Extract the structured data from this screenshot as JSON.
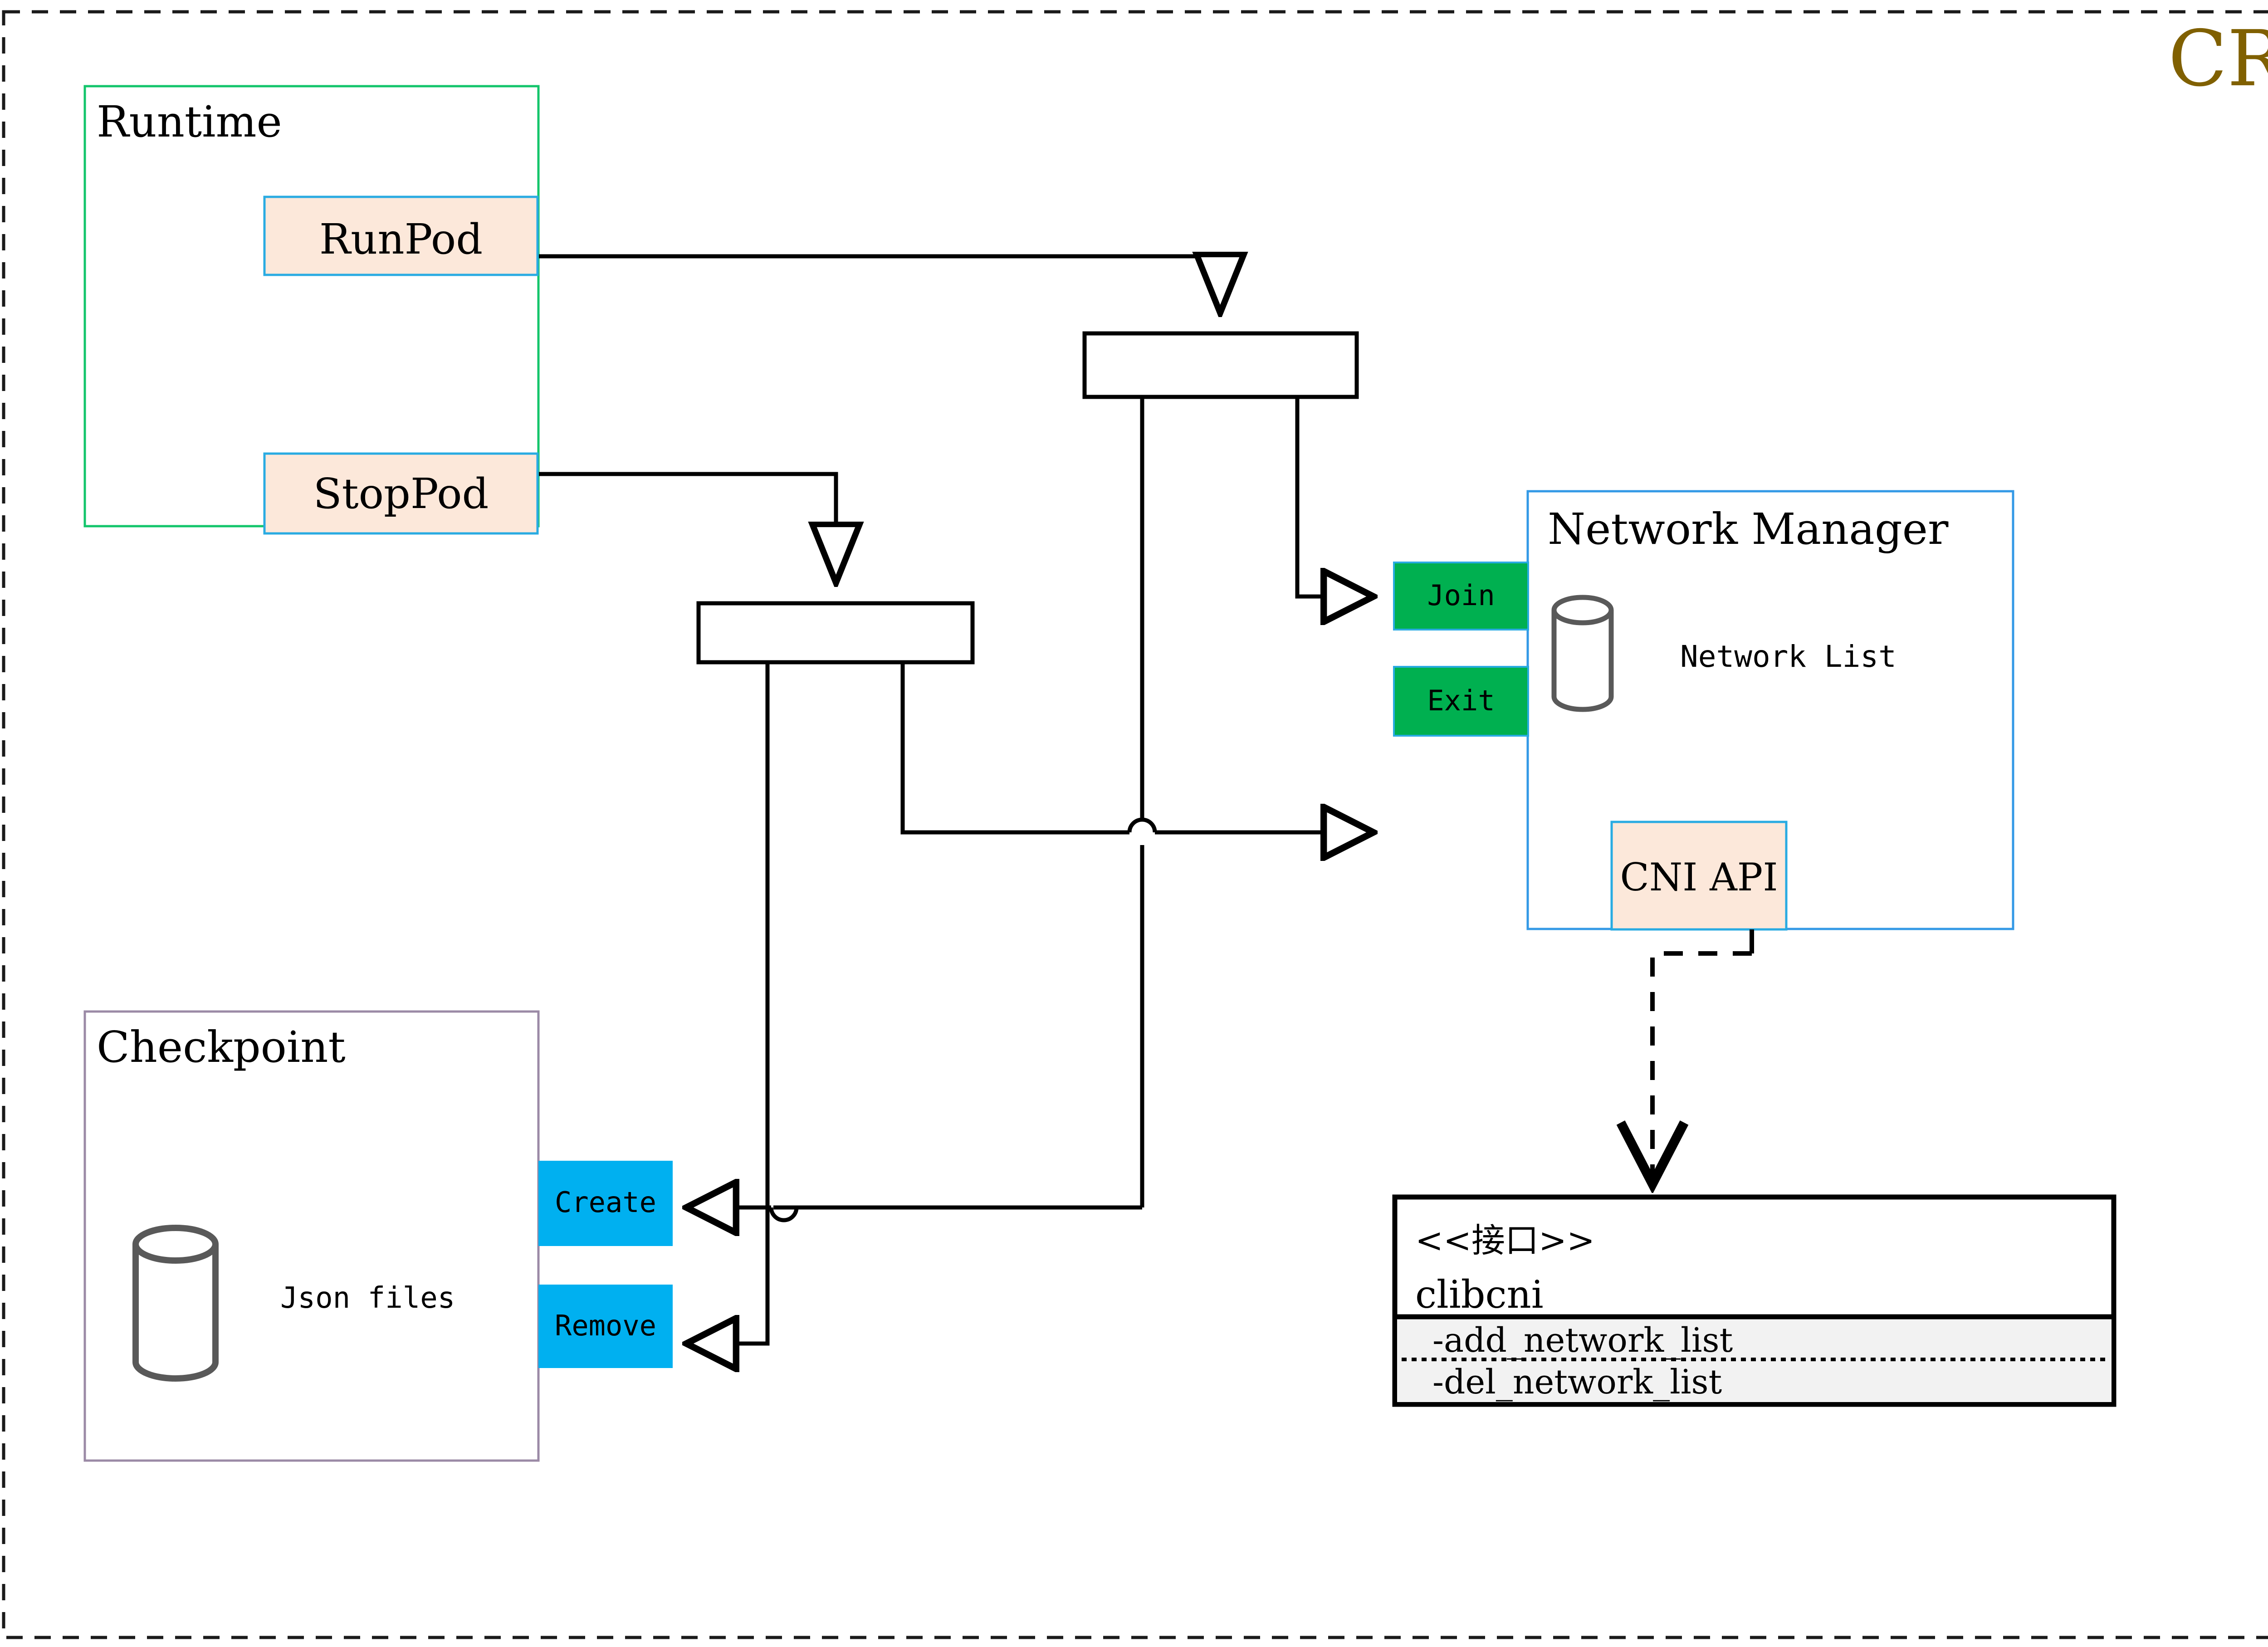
{
  "diagram": {
    "title": "CRI",
    "title_color": "#806000",
    "outer_frame": {
      "style": "dashed",
      "color": "#000000"
    },
    "groups": [
      {
        "id": "runtime",
        "label": "Runtime",
        "border_color": "#00C060",
        "fill": "#ffffff",
        "children": [
          "RunPod",
          "StopPod"
        ]
      },
      {
        "id": "checkpoint",
        "label": "Checkpoint",
        "border_color": "#9B8AA6",
        "fill": "#ffffff",
        "children": [
          "Create",
          "Remove"
        ],
        "store_label": "Json files"
      },
      {
        "id": "network-manager",
        "label": "Network Manager",
        "border_color": "#3399E6",
        "fill": "#ffffff",
        "children": [
          "Join",
          "Exit",
          "CNI API"
        ],
        "store_label": "Network List"
      }
    ],
    "nodes": {
      "run_pod": {
        "label": "RunPod",
        "fill": "#FCE8DA",
        "border": "#29ABE2"
      },
      "stop_pod": {
        "label": "StopPod",
        "fill": "#FCE8DA",
        "border": "#29ABE2"
      },
      "join": {
        "label": "Join",
        "fill": "#00B050",
        "border": "#29ABE2"
      },
      "exit": {
        "label": "Exit",
        "fill": "#00B050",
        "border": "#29ABE2"
      },
      "cni_api": {
        "label": "CNI API",
        "fill": "#FCE8DA",
        "border": "#29ABE2"
      },
      "create": {
        "label": "Create",
        "fill": "#00B0F0",
        "border": "#00B0F0"
      },
      "remove": {
        "label": "Remove",
        "fill": "#00B0F0",
        "border": "#00B0F0"
      },
      "fork_top": {
        "label": "",
        "fill": "#ffffff",
        "border": "#000000"
      },
      "fork_bottom": {
        "label": "",
        "fill": "#ffffff",
        "border": "#000000"
      }
    },
    "interface_box": {
      "stereotype": "<<接口>>",
      "name": "clibcni",
      "methods": [
        "-add_network_list",
        "-del_network_list"
      ],
      "methods_fill": "#F2F2F2",
      "border": "#000000"
    },
    "stores": {
      "checkpoint_store": {
        "label": "Json files",
        "stroke": "#595959"
      },
      "network_store": {
        "label": "Network List",
        "stroke": "#595959"
      }
    },
    "edges": [
      {
        "from": "RunPod",
        "to": "fork_top",
        "style": "solid",
        "arrow": "open-triangle"
      },
      {
        "from": "StopPod",
        "to": "fork_bottom",
        "style": "solid",
        "arrow": "open-triangle"
      },
      {
        "from": "fork_top",
        "to": "Join",
        "style": "solid",
        "arrow": "hollow-triangle"
      },
      {
        "from": "fork_top",
        "to": "Create",
        "style": "solid",
        "arrow": "hollow-triangle"
      },
      {
        "from": "fork_bottom",
        "to": "Exit",
        "style": "solid",
        "arrow": "hollow-triangle"
      },
      {
        "from": "fork_bottom",
        "to": "Remove",
        "style": "solid",
        "arrow": "hollow-triangle"
      },
      {
        "from": "CNI API",
        "to": "clibcni",
        "style": "dashed",
        "arrow": "open-v"
      }
    ]
  }
}
